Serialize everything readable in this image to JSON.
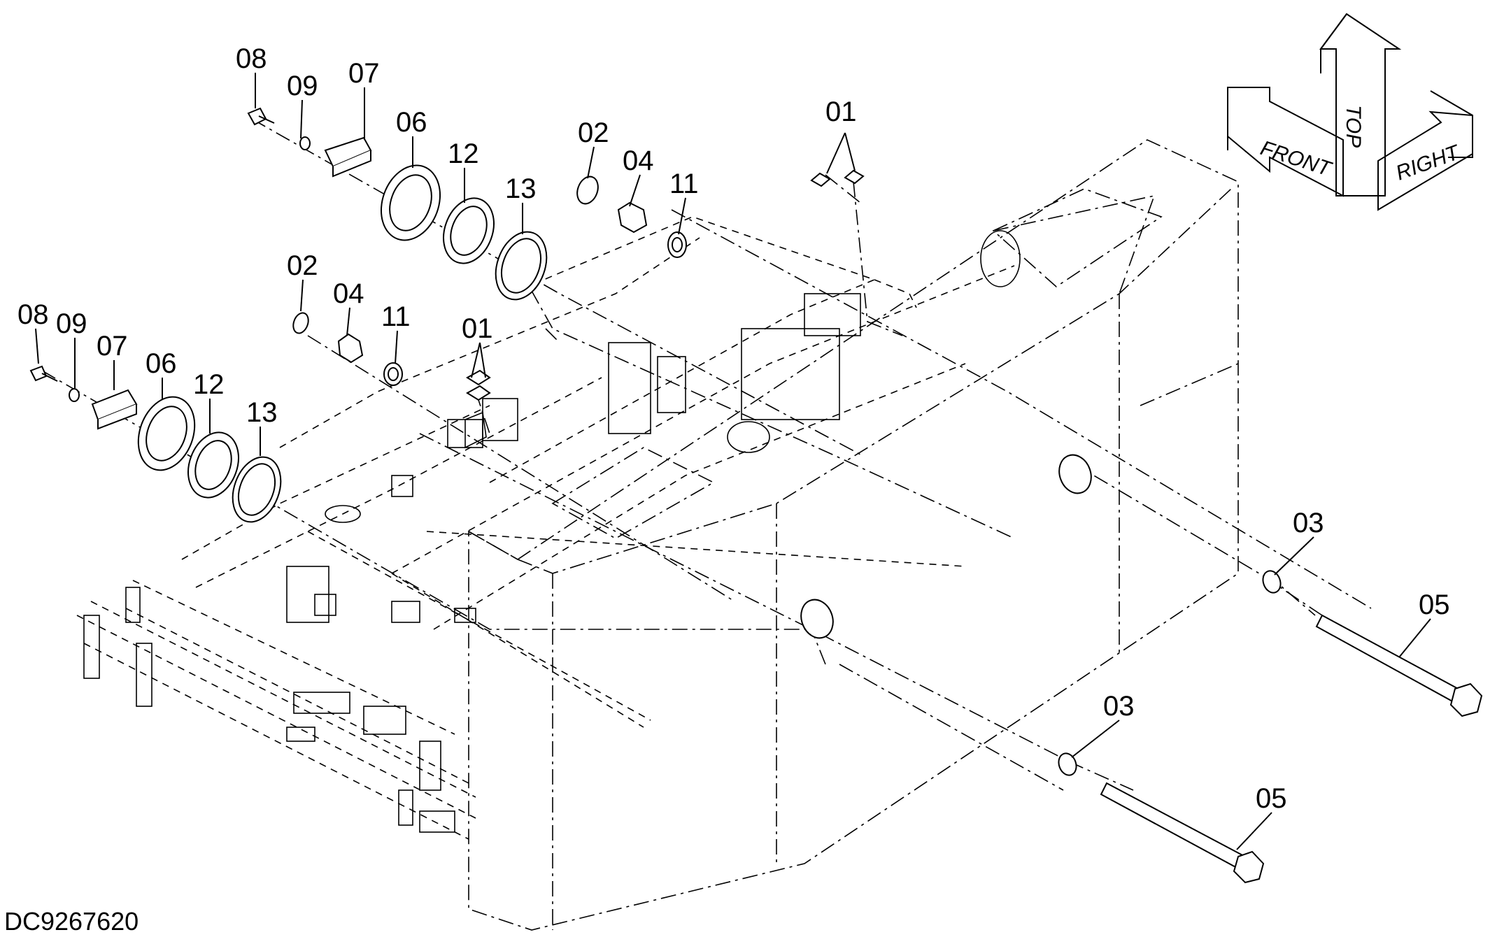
{
  "drawing_id": "DC9267620",
  "orientation": {
    "front": "FRONT",
    "top": "TOP",
    "right": "RIGHT"
  },
  "callouts": {
    "upper_08": "08",
    "upper_09": "09",
    "upper_07": "07",
    "upper_06": "06",
    "upper_12": "12",
    "upper_13": "13",
    "upper_02": "02",
    "upper_04": "04",
    "upper_11": "11",
    "upper_01": "01",
    "lower_08": "08",
    "lower_09": "09",
    "lower_07": "07",
    "lower_06": "06",
    "lower_12": "12",
    "lower_13": "13",
    "lower_02": "02",
    "lower_04": "04",
    "lower_11": "11",
    "lower_01": "01",
    "upper_03": "03",
    "upper_05": "05",
    "lower_03": "03",
    "lower_05": "05"
  }
}
